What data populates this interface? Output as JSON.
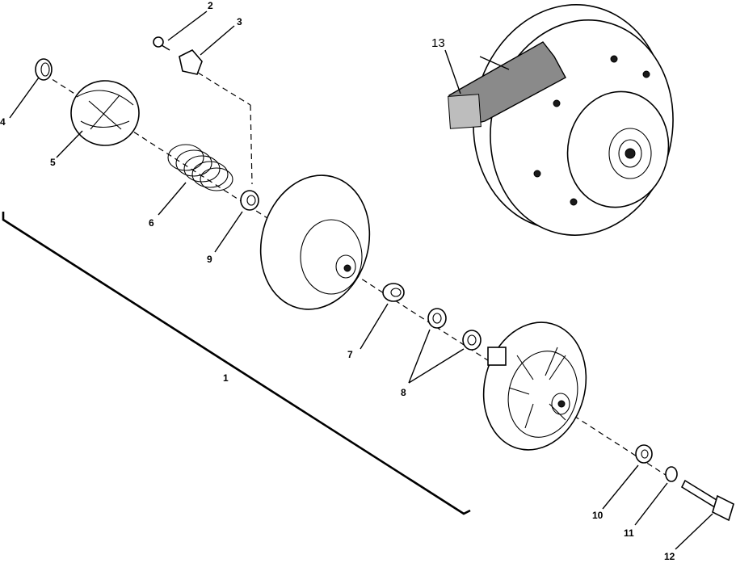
{
  "diagram": {
    "labels": {
      "p1": "1",
      "p2": "2",
      "p3": "3",
      "p4": "4",
      "p5": "5",
      "p6": "6",
      "p7": "7",
      "p8": "8",
      "p9": "9",
      "p10": "10",
      "p11": "11",
      "p12": "12",
      "p13": "13"
    }
  }
}
